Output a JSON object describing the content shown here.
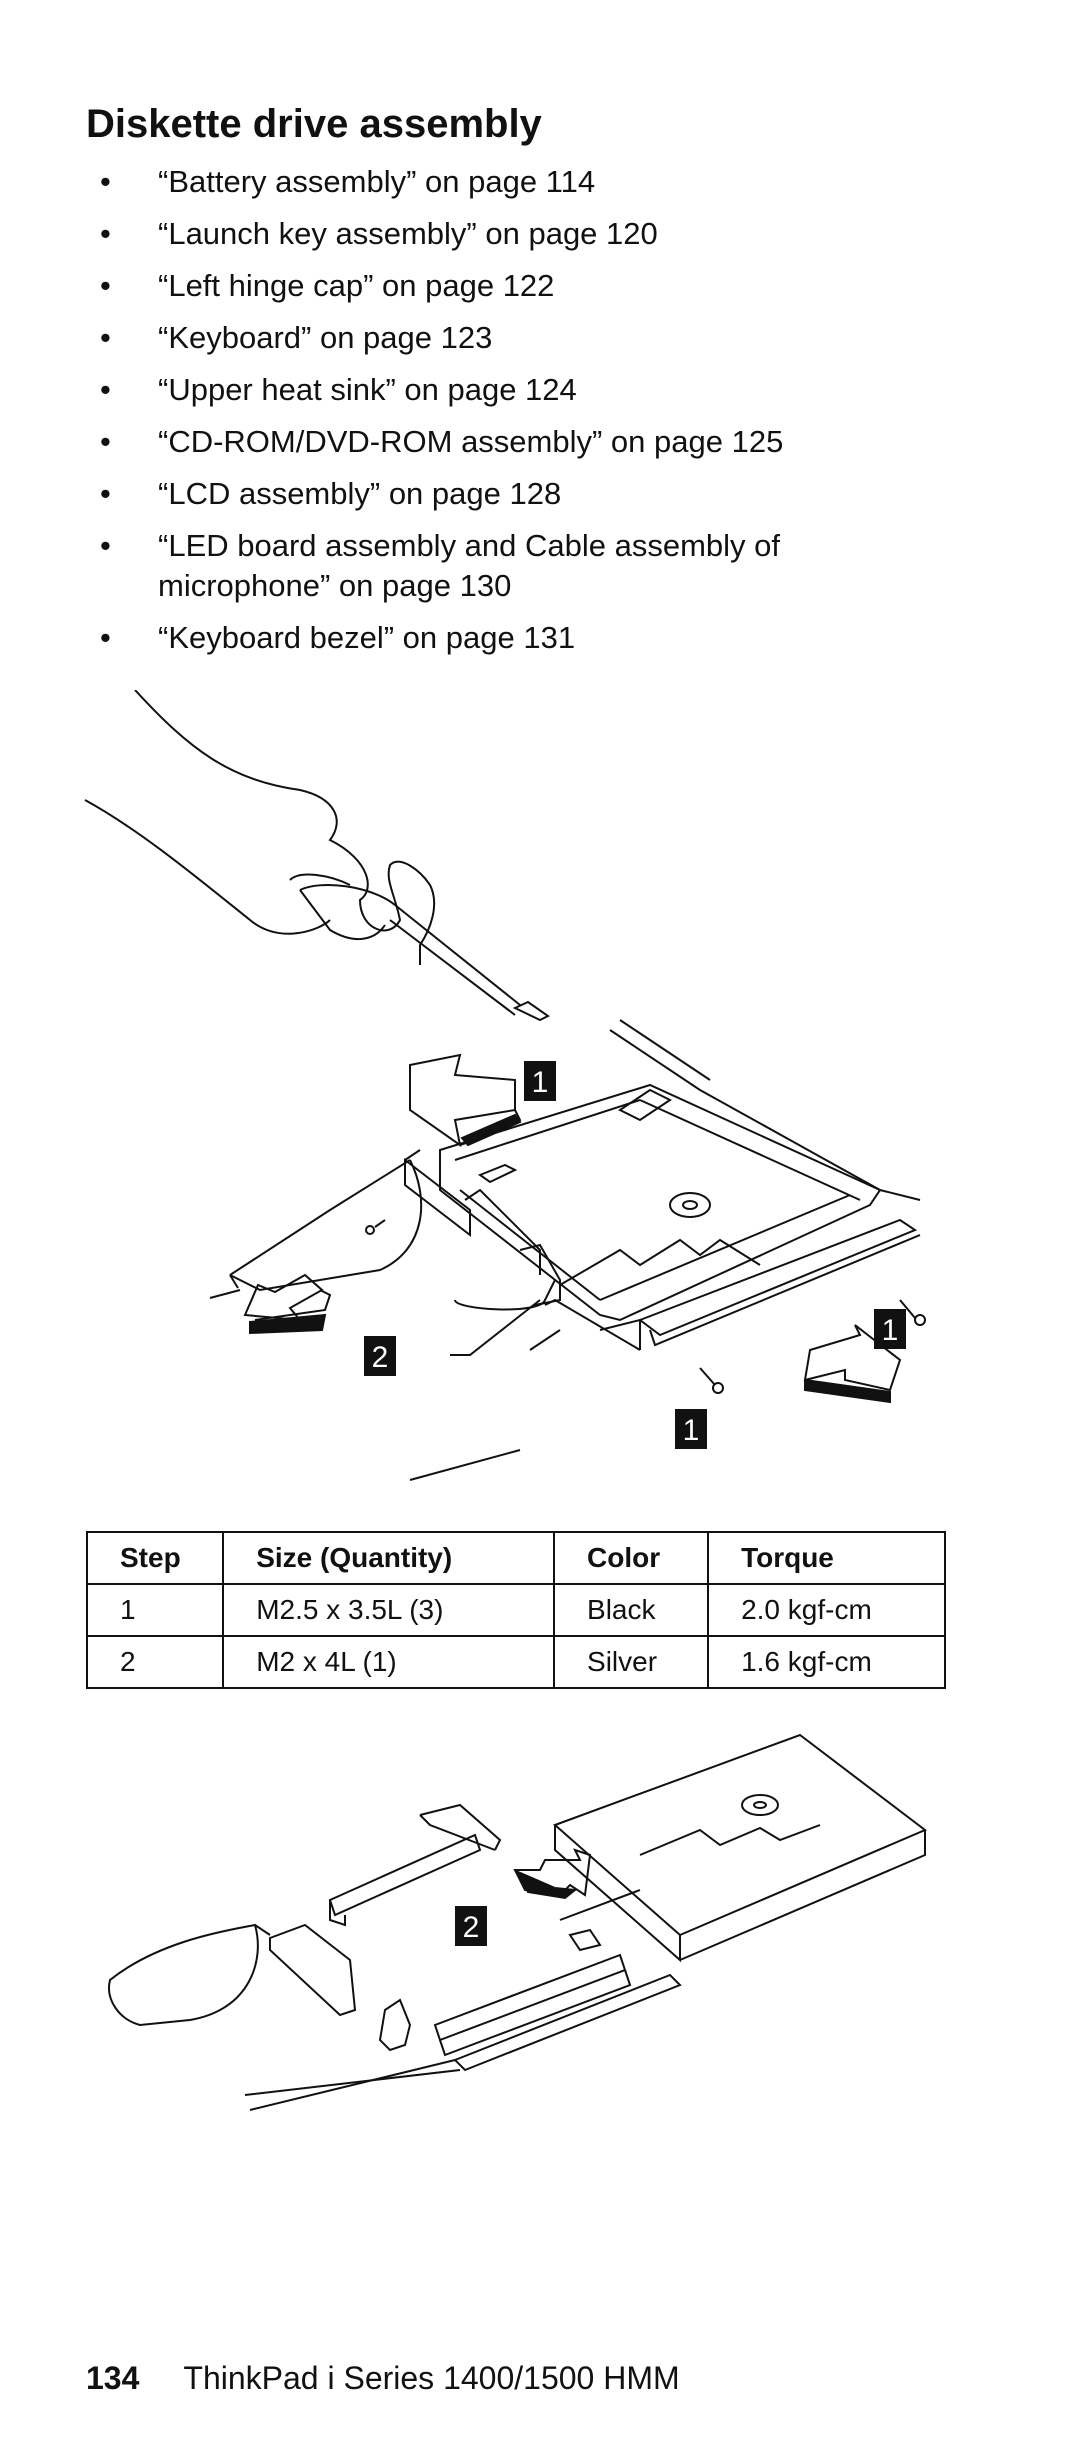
{
  "heading": "Diskette drive assembly",
  "bullets": [
    {
      "bullet": "•",
      "lines": [
        "“Battery assembly” on page  114"
      ]
    },
    {
      "bullet": "•",
      "lines": [
        "“Launch key assembly” on page  120"
      ]
    },
    {
      "bullet": "•",
      "lines": [
        "“Left hinge cap” on page  122"
      ]
    },
    {
      "bullet": "•",
      "lines": [
        "“Keyboard” on page  123"
      ]
    },
    {
      "bullet": "•",
      "lines": [
        "“Upper heat sink” on page  124"
      ]
    },
    {
      "bullet": "•",
      "lines": [
        "“CD-ROM/DVD-ROM assembly” on page  125"
      ]
    },
    {
      "bullet": "•",
      "lines": [
        "“LCD assembly” on page  128"
      ]
    },
    {
      "bullet": "•",
      "lines": [
        "“LED board assembly and Cable assembly of",
        "microphone” on page  130"
      ]
    },
    {
      "bullet": "•",
      "lines": [
        "“Keyboard bezel” on page  131"
      ]
    }
  ],
  "figure1": {
    "callouts": [
      "1",
      "1",
      "2",
      "1"
    ]
  },
  "figure2": {
    "callouts": [
      "2"
    ]
  },
  "screw_table": {
    "headers": [
      "Step",
      "Size (Quantity)",
      "Color",
      "Torque"
    ],
    "rows": [
      [
        "1",
        "M2.5 x 3.5L (3)",
        "Black",
        "2.0 kgf-cm"
      ],
      [
        "2",
        "M2 x 4L (1)",
        "Silver",
        "1.6 kgf-cm"
      ]
    ]
  },
  "footer": {
    "page_number": "134",
    "title": "ThinkPad i Series 1400/1500 HMM"
  }
}
